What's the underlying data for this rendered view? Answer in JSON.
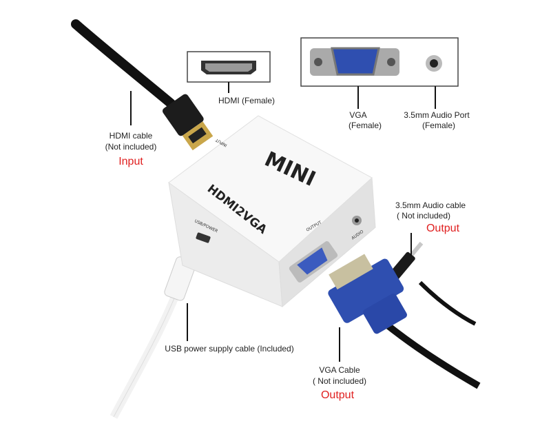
{
  "labels": {
    "hdmi_female": "HDMI (Female)",
    "vga_female_1": "VGA",
    "vga_female_2": "(Female)",
    "audio_port_1": "3.5mm Audio Port",
    "audio_port_2": "(Female)",
    "hdmi_cable_1": "HDMI cable",
    "hdmi_cable_2": "(Not included)",
    "hdmi_cable_role": "Input",
    "audio_cable_1": "3.5mm Audio cable",
    "audio_cable_2": "( Not included)",
    "audio_cable_role": "Output",
    "usb_cable": "USB power supply cable (Included)",
    "vga_cable_1": "VGA Cable",
    "vga_cable_2": "( Not included)",
    "vga_cable_role": "Output"
  },
  "device": {
    "brand": "MINI",
    "model": "HDMI2VGA",
    "input": "INPUT",
    "output": "OUTPUT",
    "usb_power": "USB/POWER",
    "audio": "AUDIO"
  },
  "colors": {
    "role_text": "#e02020",
    "vga_blue": "#2f4fb0",
    "hdmi_gold": "#c9a64a"
  }
}
